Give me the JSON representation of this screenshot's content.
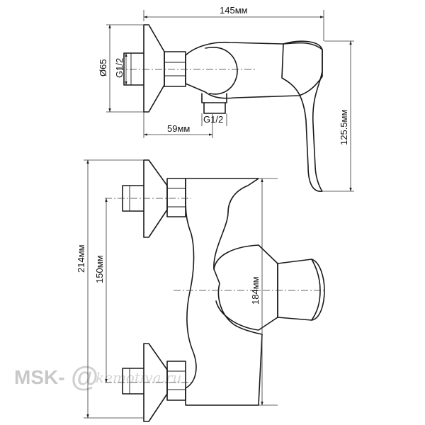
{
  "dimensions": {
    "width_total": "145мм",
    "diameter_flange": "Ø65",
    "thread_inlet": "G1/2",
    "thread_outlet": "G1/2",
    "offset_outlet": "59мм",
    "height_side": "125.5мм",
    "height_total": "214мм",
    "inlet_spacing": "150мм",
    "body_height": "184мм"
  },
  "watermark": {
    "brand": "MSK-",
    "symbol": "@",
    "site": "kemotiva.ru"
  }
}
